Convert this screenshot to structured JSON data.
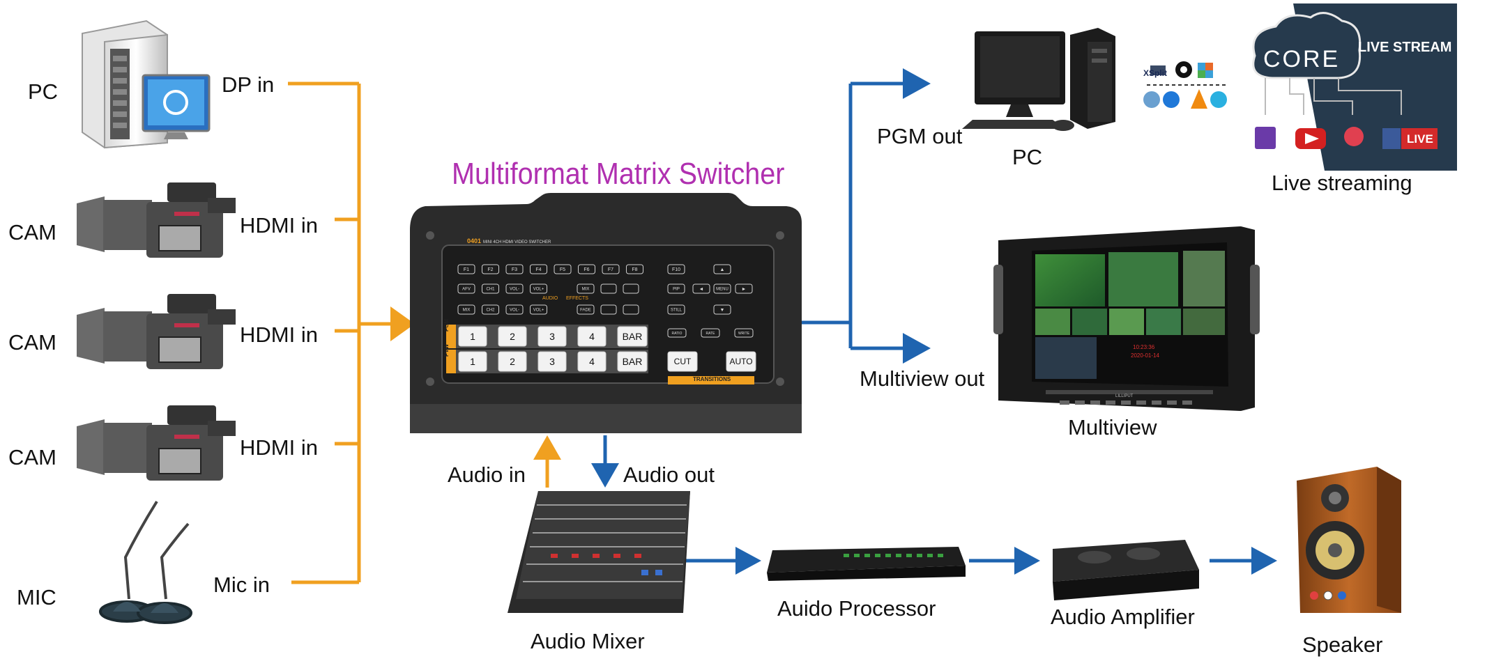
{
  "title": "Multiformat Matrix Switcher",
  "sources": [
    {
      "device": "PC",
      "port": "DP in"
    },
    {
      "device": "CAM",
      "port": "HDMI in"
    },
    {
      "device": "CAM",
      "port": "HDMI in"
    },
    {
      "device": "CAM",
      "port": "HDMI in"
    },
    {
      "device": "MIC",
      "port": "Mic in"
    }
  ],
  "switcher": {
    "model": "0401",
    "model_text": "MINI 4CH HDMI VIDEO SWITCHER",
    "fkeys": [
      "F1",
      "F2",
      "F3",
      "F4",
      "F5",
      "F6",
      "F7",
      "F8"
    ],
    "f10": "F10",
    "audio_keys_top": [
      "AFV",
      "CH1",
      "VOL-",
      "VOL+"
    ],
    "audio_keys_bottom": [
      "MIX",
      "CH2",
      "VOL-",
      "VOL+"
    ],
    "audio_label": "AUDIO",
    "effects_label": "EFFECTS",
    "effects_keys_top": [
      "MIX"
    ],
    "effects_keys_bottom": [
      "FADE"
    ],
    "pip_label": "PIP",
    "still_label": "STILL",
    "menu_label": "MENU",
    "small_keys": [
      "RATIO",
      "RATE",
      "WRITE"
    ],
    "pgm_label": "PGM",
    "pvw_label": "PVW",
    "bus_keys": [
      "1",
      "2",
      "3",
      "4",
      "BAR"
    ],
    "cut_label": "CUT",
    "auto_label": "AUTO",
    "transitions_label": "TRANSITIONS"
  },
  "outputs": {
    "pgm_out": "PGM out",
    "pc": "PC",
    "multiview_out": "Multiview out",
    "multiview": "Multiview",
    "monitor_time": "10:23:36",
    "monitor_date": "2020-01-14",
    "monitor_brand": "LILLIPUT"
  },
  "streaming": {
    "core": "CORE",
    "live_stream": "LIVE STREAM",
    "caption": "Live streaming",
    "xsplit": "XSplit",
    "live_badge": "LIVE"
  },
  "audio": {
    "audio_in": "Audio in",
    "audio_out": "Audio out",
    "mixer": "Audio Mixer",
    "processor": "Auido Processor",
    "amplifier": "Audio Amplifier",
    "speaker": "Speaker"
  },
  "colors": {
    "orange": "#f0a020",
    "blue": "#1f64b0",
    "title": "#b030b0",
    "panel": "#2b2b2b",
    "stream_bg": "#263a4d"
  }
}
